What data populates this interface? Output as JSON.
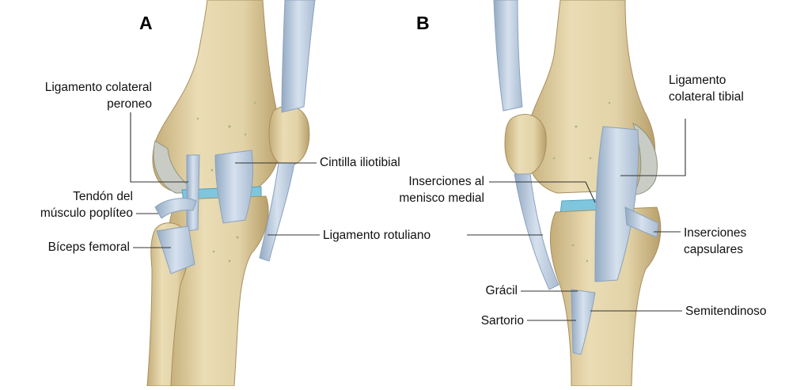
{
  "panels": {
    "a": {
      "letter": "A",
      "labels": {
        "lcp": "Ligamento colateral\nperoneo",
        "cintilla": "Cintilla iliotibial",
        "tendon": "Tendón del\nmúsculo poplíteo",
        "biceps": "Bíceps femoral",
        "rotuliano": "Ligamento rotuliano"
      }
    },
    "b": {
      "letter": "B",
      "labels": {
        "lct": "Ligamento\ncolateral tibial",
        "menisco": "Inserciones al\nmenisco medial",
        "capsulares": "Inserciones\ncapsulares",
        "gracil": "Grácil",
        "sartorio": "Sartorio",
        "semitendinoso": "Semitendinoso"
      }
    }
  },
  "colors": {
    "bone": "#e2d3a8",
    "bone_shade": "#c4ad78",
    "cartilage": "#c9ccc4",
    "ligament": "#c3d2e3",
    "ligament_shade": "#93aac3",
    "meniscus": "#7fc6dd",
    "leader": "#333333"
  }
}
